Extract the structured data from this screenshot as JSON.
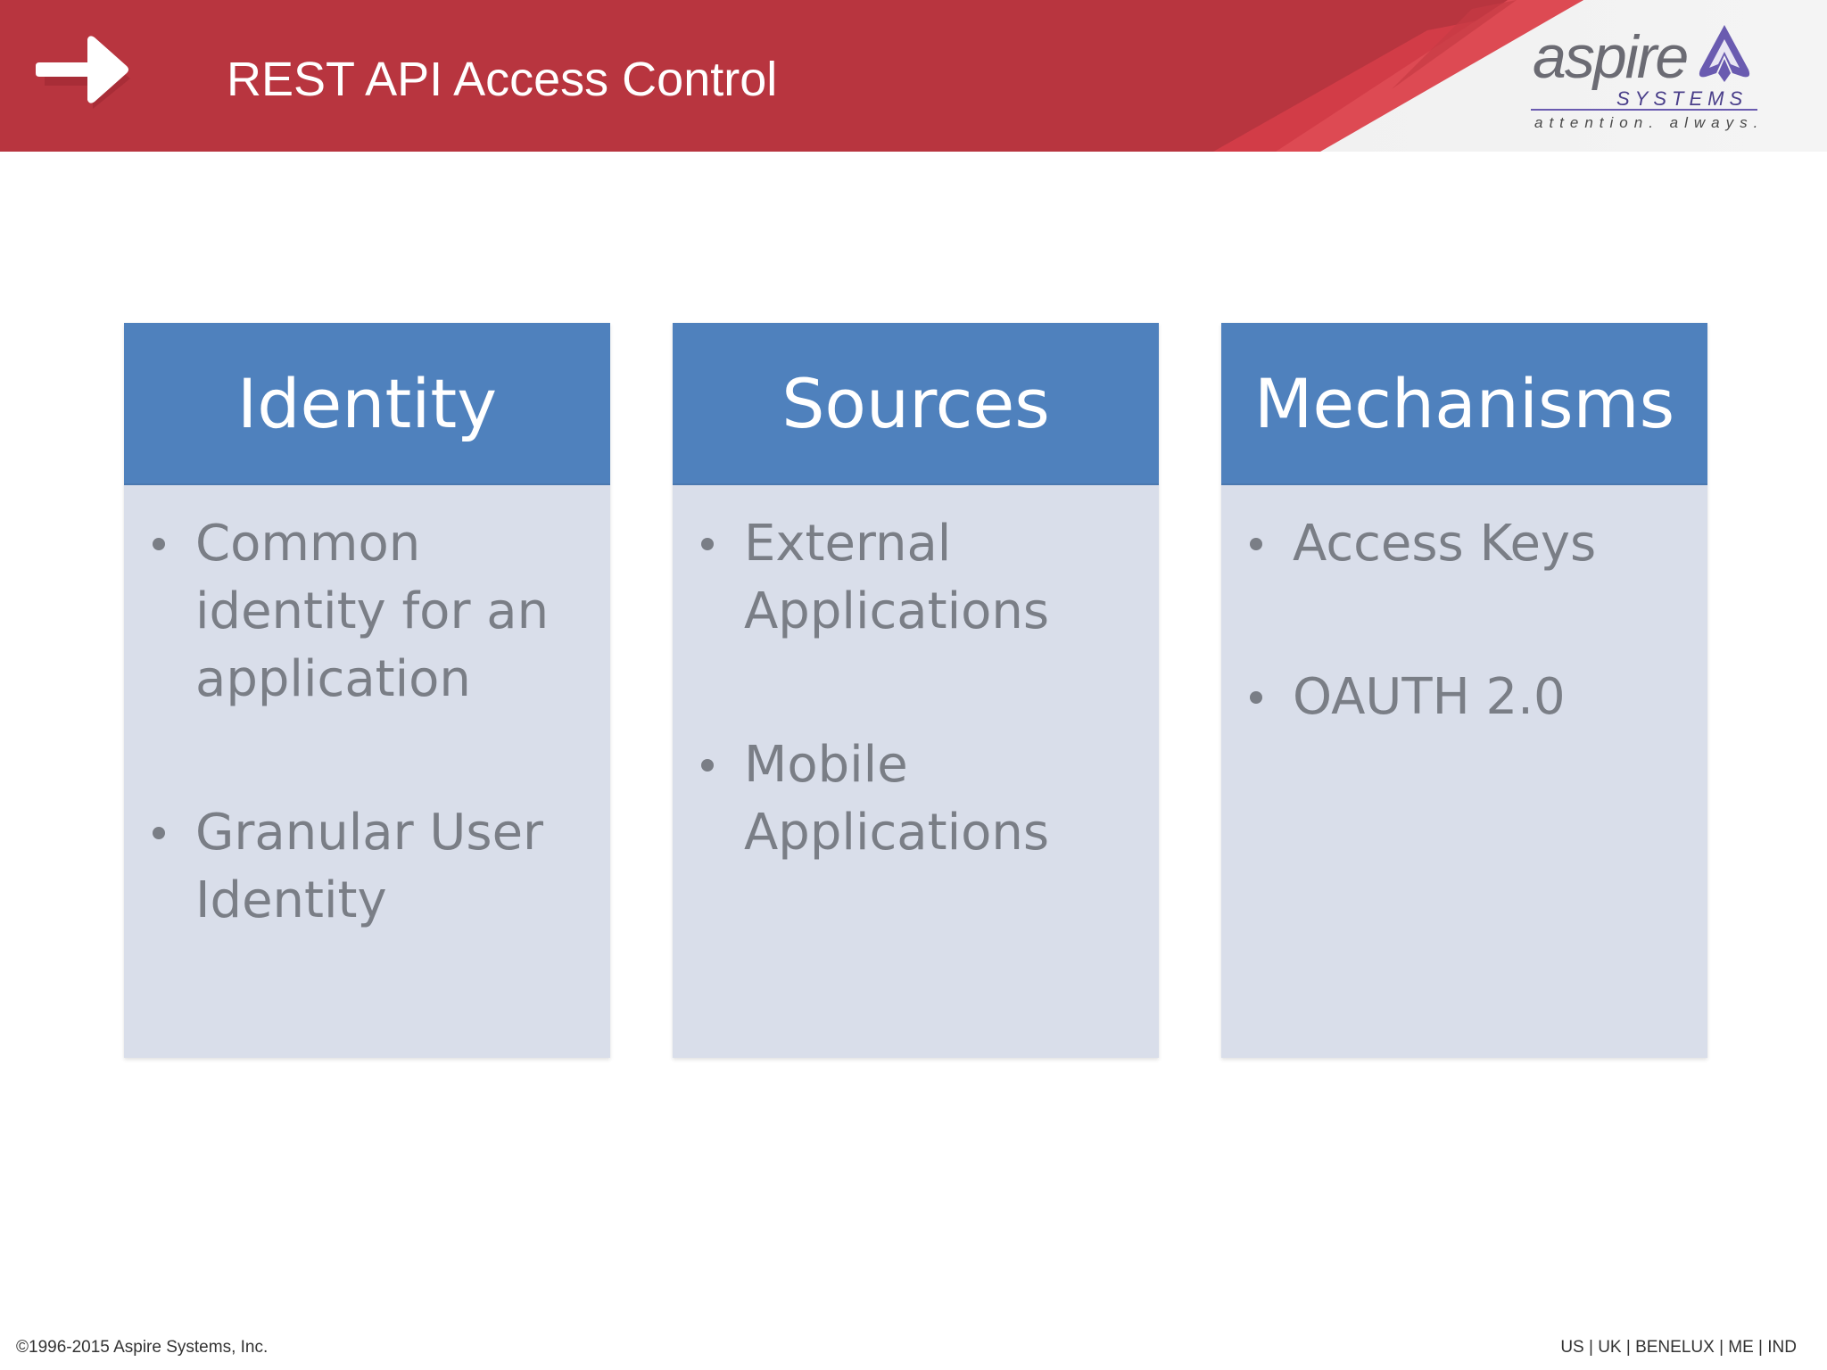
{
  "header": {
    "title": "REST API Access Control",
    "icon": "arrow-right-icon",
    "colors": {
      "band": "#b8353f",
      "band_light": "#d8434d",
      "text": "#ffffff"
    }
  },
  "logo": {
    "word": "aspire",
    "systems": "SYSTEMS",
    "tagline": "attention. always.",
    "colors": {
      "word": "#6b6b73",
      "mark": "#6a5bb0"
    }
  },
  "columns": [
    {
      "heading": "Identity",
      "items": [
        "Common identity for an application",
        "Granular User Identity"
      ]
    },
    {
      "heading": "Sources",
      "items": [
        "External Applications",
        "Mobile Applications"
      ]
    },
    {
      "heading": "Mechanisms",
      "items": [
        "Access Keys",
        "OAUTH 2.0"
      ]
    }
  ],
  "column_colors": {
    "heading_bg": "#4f81bd",
    "body_bg": "#d9deea",
    "bullet_text": "#7a7e86"
  },
  "footer": {
    "copyright": "©1996-2015 Aspire Systems, Inc.",
    "regions": "US | UK | BENELUX | ME | IND"
  }
}
